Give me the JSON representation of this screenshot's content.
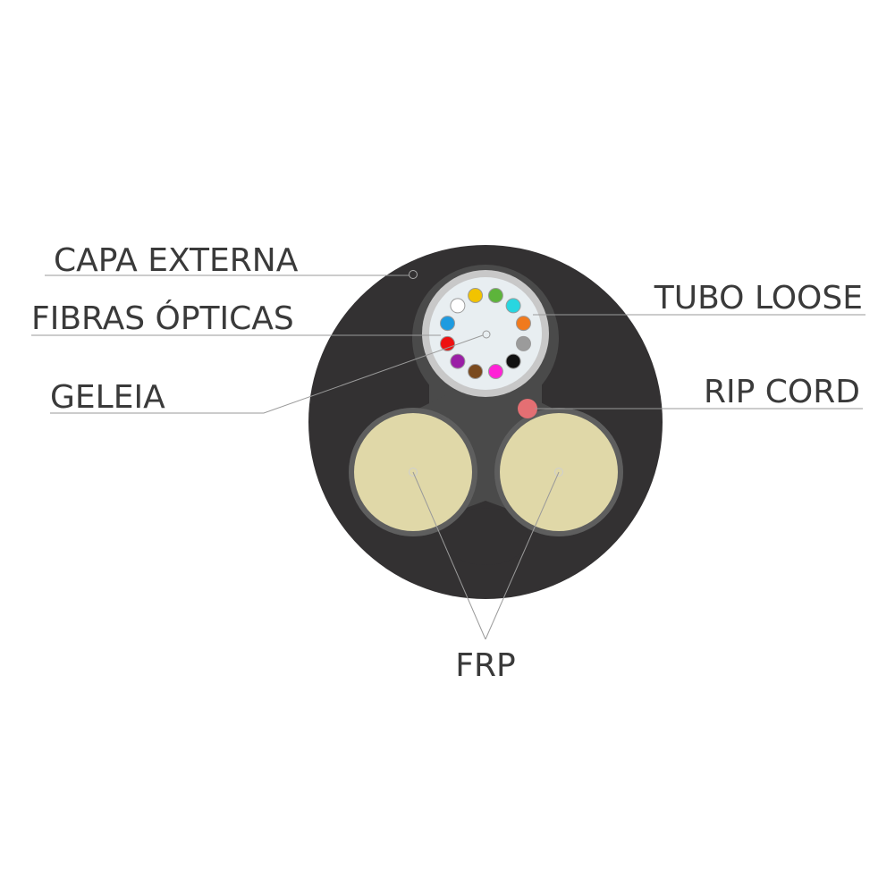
{
  "labels": {
    "capa_externa": "CAPA EXTERNA",
    "fibras_opticas": "FIBRAS ÓPTICAS",
    "geleia": "GELEIA",
    "tubo_loose": "TUBO LOOSE",
    "rip_cord": "RIP CORD",
    "frp": "FRP"
  },
  "colors": {
    "outer_jacket": "#333132",
    "inner_body": "#4a4a4a",
    "frp_ring": "#5e5e5e",
    "frp_core": "#e0d8a8",
    "tube_ring": "#c8c8c8",
    "gel": "#e8eef1",
    "rip_cord": "#e46f73",
    "text": "#3a3a3a",
    "leader_line": "#9a9a9a"
  },
  "fibers": [
    {
      "color": "#f2c300"
    },
    {
      "color": "#5db43b"
    },
    {
      "color": "#28d6e0"
    },
    {
      "color": "#f07a1e"
    },
    {
      "color": "#9b9b9b"
    },
    {
      "color": "#111111"
    },
    {
      "color": "#ff22d6"
    },
    {
      "color": "#7a4a1e"
    },
    {
      "color": "#9a1fa6"
    },
    {
      "color": "#ee1111"
    },
    {
      "color": "#1e9be0"
    },
    {
      "color": "#ffffff"
    }
  ]
}
